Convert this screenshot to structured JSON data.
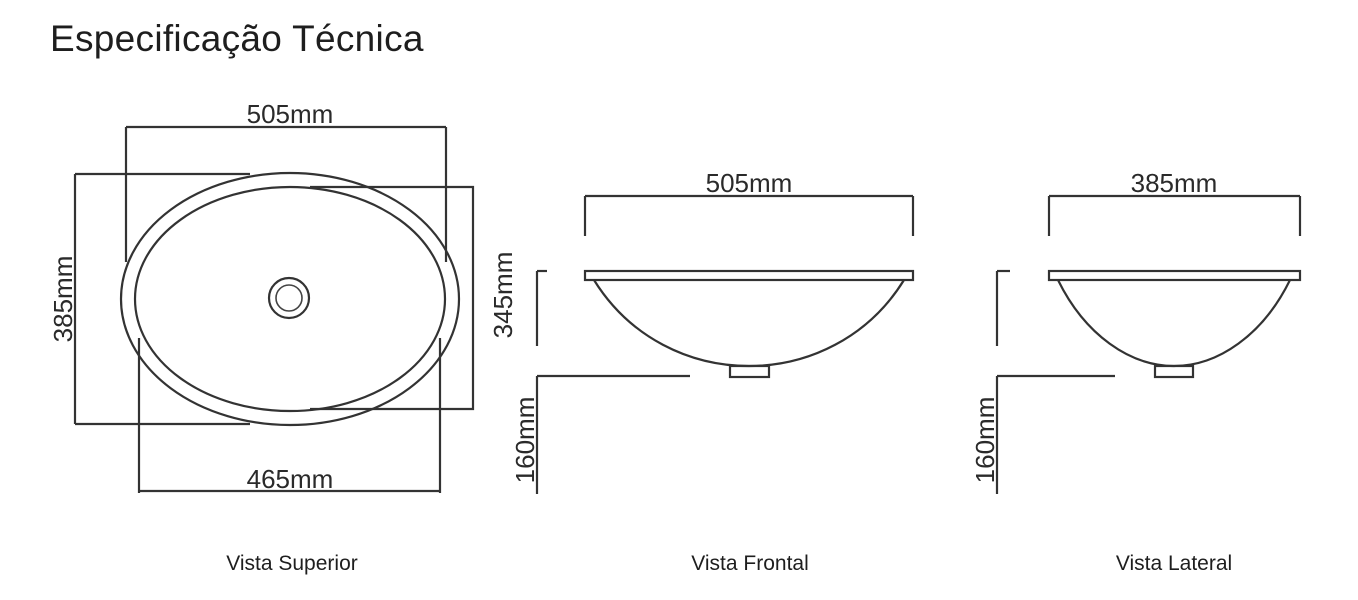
{
  "title": "Especificação Técnica",
  "views": {
    "top": {
      "caption": "Vista Superior",
      "width_label": "505mm",
      "depth_label": "385mm",
      "inner_width_label": "465mm",
      "cut_label": "345mm"
    },
    "front": {
      "caption": "Vista Frontal",
      "width_label": "505mm",
      "height_label": "160mm"
    },
    "side": {
      "caption": "Vista Lateral",
      "width_label": "385mm",
      "height_label": "160mm"
    }
  }
}
